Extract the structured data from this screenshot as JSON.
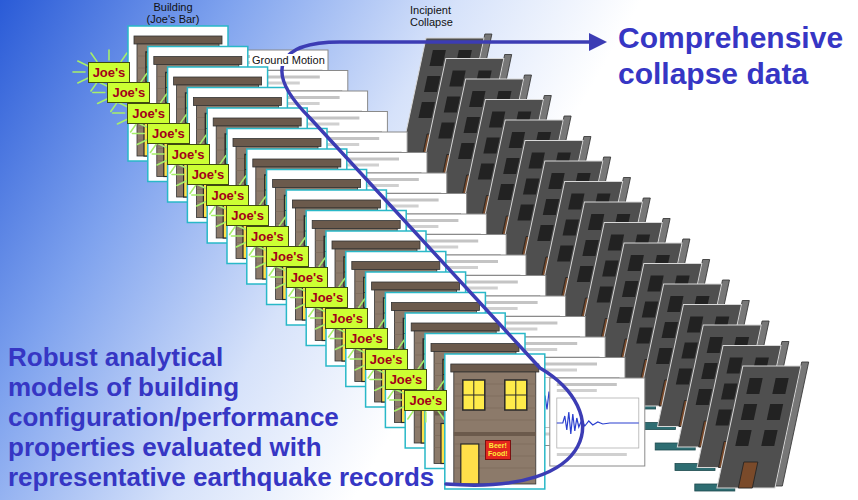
{
  "diagram": {
    "nodes": [
      {
        "text": [
          "Joe's"
        ]
      },
      {
        "text": [
          "Joe's"
        ]
      },
      {
        "text": [
          "Joe's"
        ]
      },
      {
        "text": [
          "Joe's"
        ]
      },
      {
        "text": [
          "Joe's"
        ]
      },
      {
        "text": [
          "Joe's"
        ]
      },
      {
        "text": [
          "Joe's"
        ]
      },
      {
        "text": [
          "Joe's"
        ]
      },
      {
        "text": [
          "Joe's"
        ]
      },
      {
        "text": [
          "Joe's"
        ]
      },
      {
        "text": [
          "Joe's"
        ]
      },
      {
        "text": [
          "Joe's"
        ]
      },
      {
        "text": [
          "Joe's"
        ]
      },
      {
        "text": [
          "Joe's"
        ]
      },
      {
        "text": [
          "Joe's"
        ]
      },
      {
        "text": [
          "Joe's"
        ]
      },
      {
        "text": [
          "Joe's"
        ]
      },
      {
        "text": [
          "Beer! Food!"
        ]
      }
    ],
    "labels": [
      "Building (Joe's Bar)",
      "Ground Motion",
      "Incipient Collapse",
      "Comprehensive collapse data",
      "Robust analytical models of building configuration/performance properties evaluated with representative earthquake records"
    ]
  }
}
